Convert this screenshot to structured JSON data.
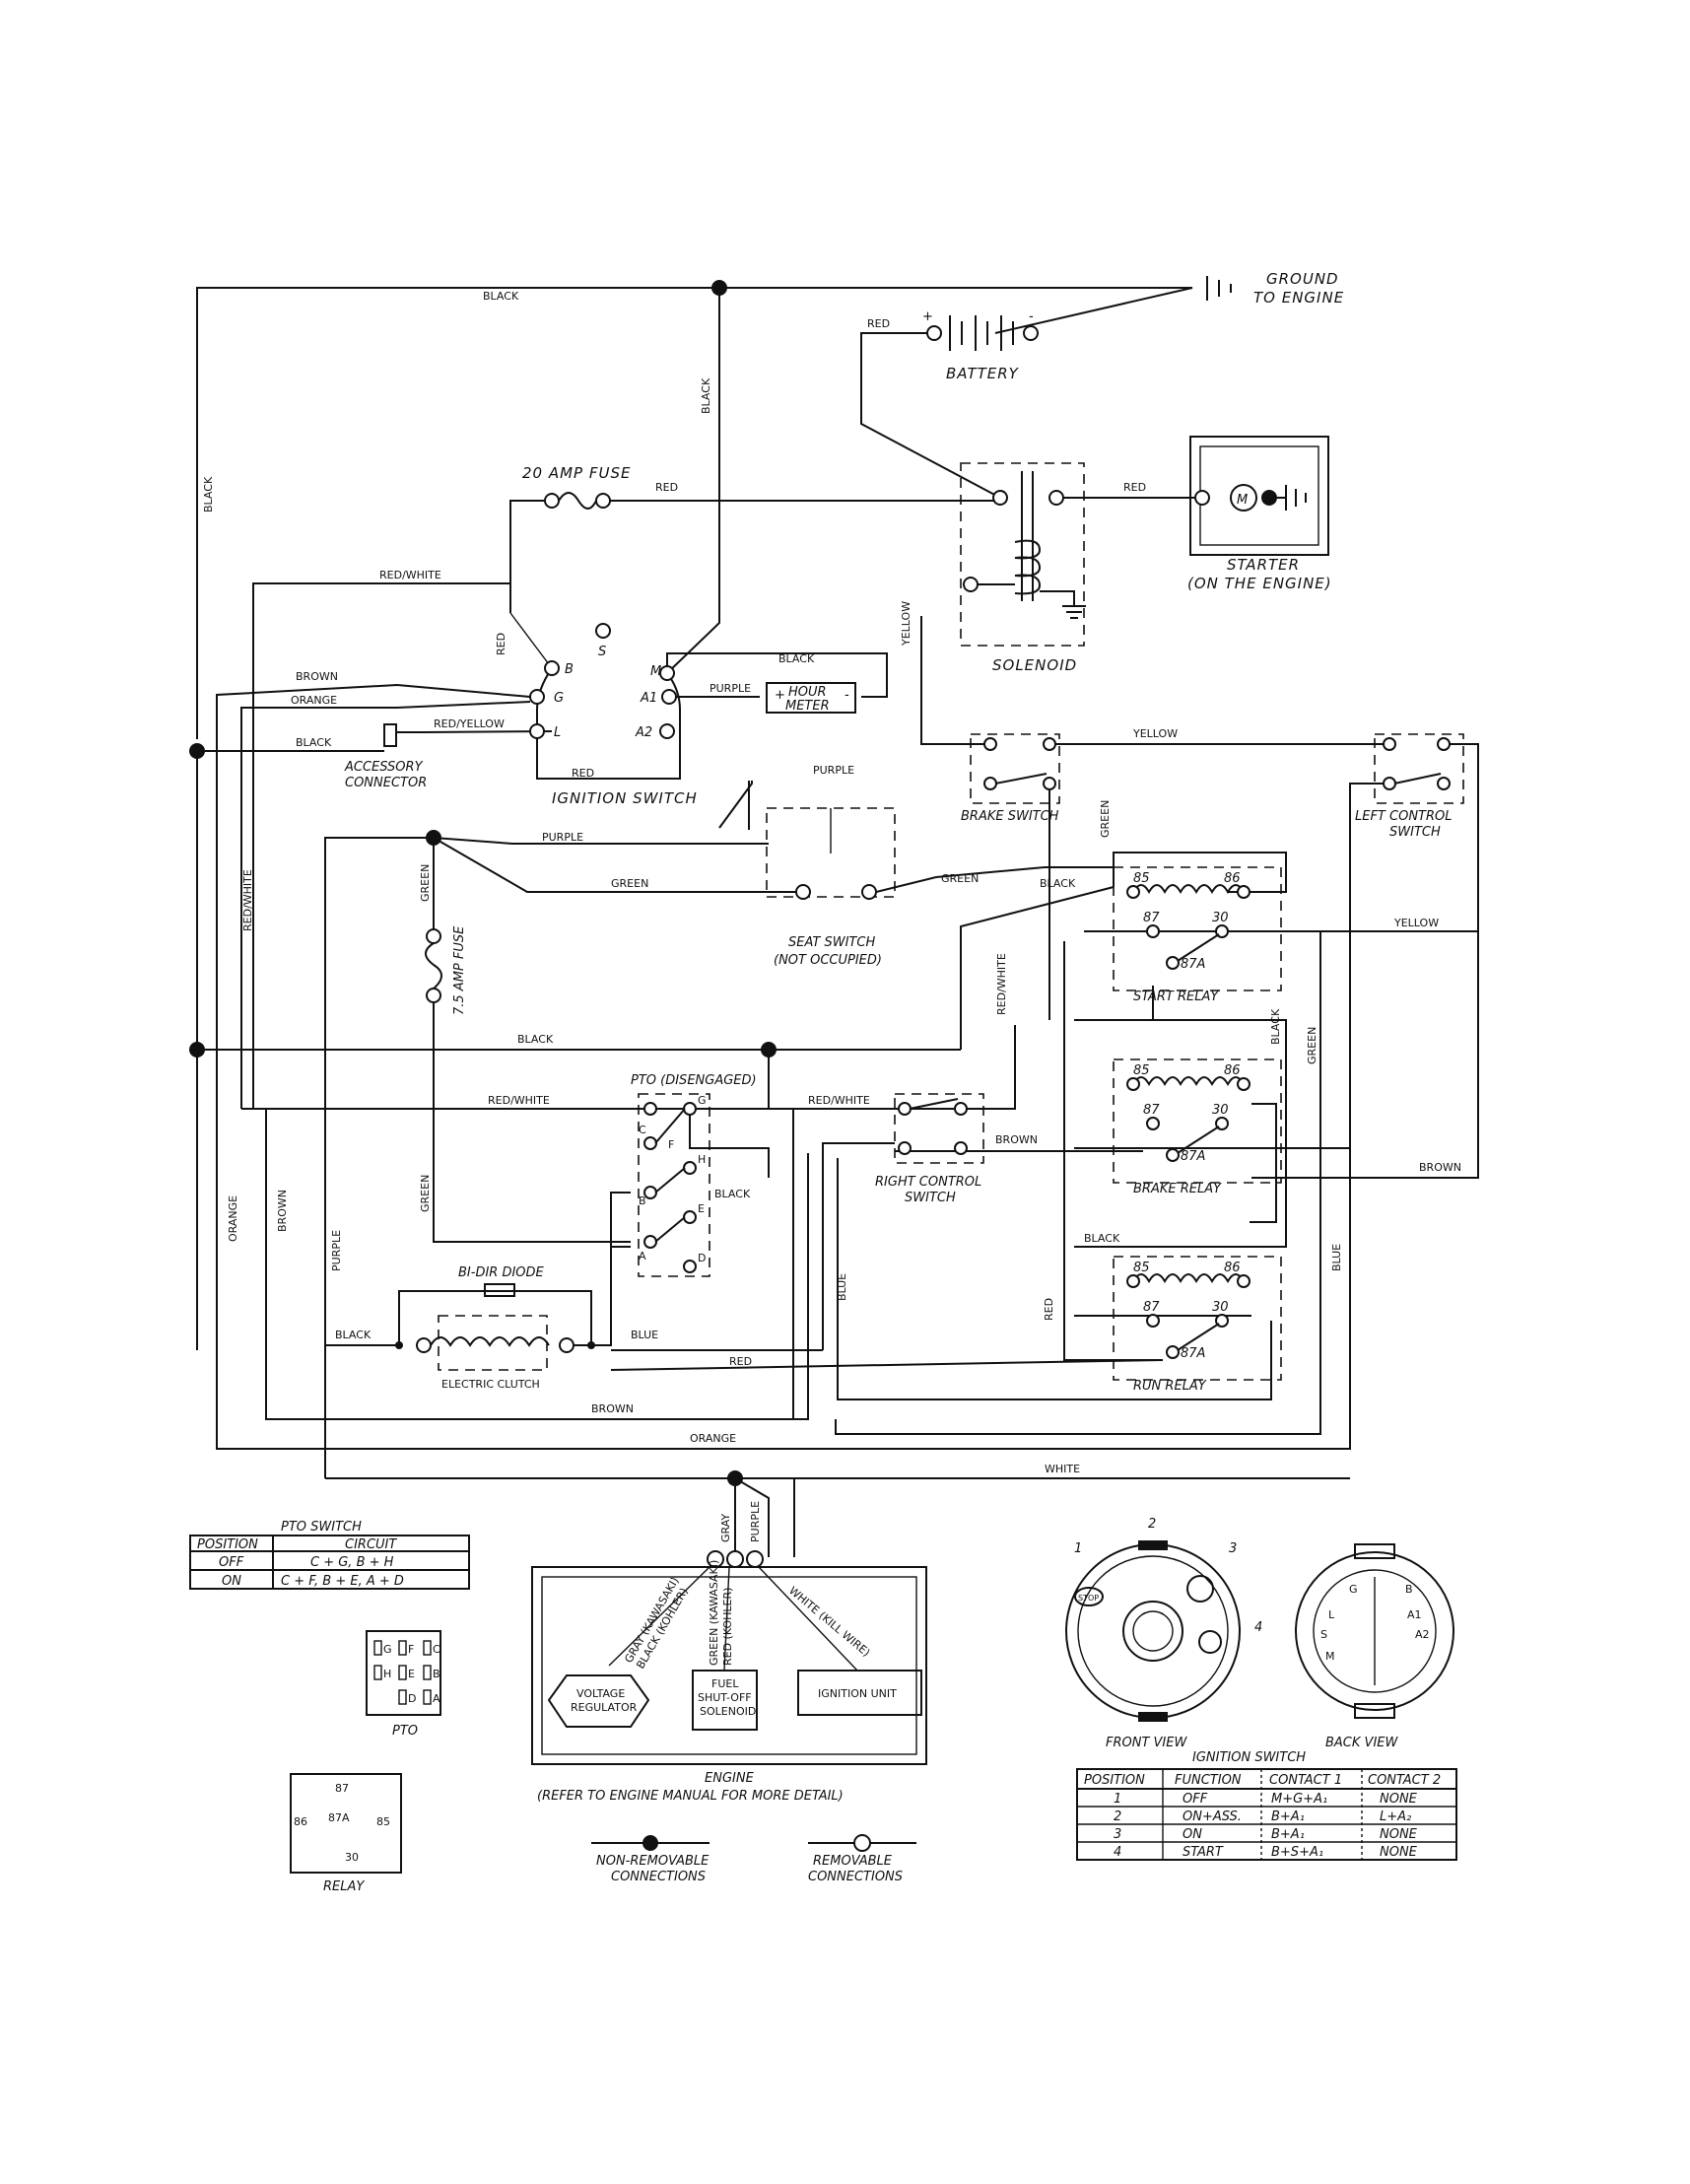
{
  "wire_labels": {
    "black": "BLACK",
    "red": "RED",
    "red_white": "RED/WHITE",
    "brown": "BROWN",
    "orange": "ORANGE",
    "red_yellow": "RED/YELLOW",
    "purple": "PURPLE",
    "yellow": "YELLOW",
    "green": "GREEN",
    "blue": "BLUE",
    "white": "WHITE",
    "gray": "GRAY",
    "rd": "RED"
  },
  "components": {
    "ground": "GROUND",
    "ground_2": "TO ENGINE",
    "battery": "BATTERY",
    "fuse_20": "20 AMP FUSE",
    "fuse_75": "7.5 AMP FUSE",
    "solenoid": "SOLENOID",
    "starter": "STARTER",
    "starter_2": "(ON THE ENGINE)",
    "hour_meter_1": "HOUR",
    "hour_meter_2": "METER",
    "ignition_switch": "IGNITION SWITCH",
    "accessory_1": "ACCESSORY",
    "accessory_2": "CONNECTOR",
    "brake_switch": "BRAKE SWITCH",
    "left_control_1": "LEFT CONTROL",
    "left_control_2": "SWITCH",
    "seat_switch_1": "SEAT SWITCH",
    "seat_switch_2": "(NOT OCCUPIED)",
    "start_relay": "START RELAY",
    "brake_relay": "BRAKE RELAY",
    "run_relay": "RUN RELAY",
    "pto_disengaged": "PTO (DISENGAGED)",
    "right_control_1": "RIGHT CONTROL",
    "right_control_2": "SWITCH",
    "bidir_diode": "BI-DIR DIODE",
    "electric_clutch": "ELECTRIC CLUTCH",
    "engine": "ENGINE",
    "engine_note": "(REFER TO ENGINE MANUAL FOR MORE DETAIL)",
    "voltage_regulator_1": "VOLTAGE",
    "voltage_regulator_2": "REGULATOR",
    "fuel_shutoff_1": "FUEL",
    "fuel_shutoff_2": "SHUT-OFF",
    "fuel_shutoff_3": "SOLENOID",
    "ignition_unit": "IGNITION UNIT",
    "eng_wire_gray": "GRAY (KAWASAKI)",
    "eng_wire_black": "BLACK (KOHLER)",
    "eng_wire_green": "GREEN (KAWASAKI)",
    "eng_wire_red": "RED (KOHLER)",
    "eng_wire_white": "WHITE (KILL WIRE)",
    "non_removable_1": "NON-REMOVABLE",
    "non_removable_2": "CONNECTIONS",
    "removable_1": "REMOVABLE",
    "removable_2": "CONNECTIONS",
    "pto": "PTO",
    "relay": "RELAY",
    "front_view": "FRONT VIEW",
    "back_view": "BACK VIEW",
    "stop": "STOP"
  },
  "terminals": {
    "ign": [
      "B",
      "S",
      "M",
      "G",
      "A1",
      "L",
      "A2"
    ],
    "relay": [
      "85",
      "86",
      "87",
      "30",
      "87A"
    ],
    "pto_letters": [
      "G",
      "C",
      "F",
      "H",
      "B",
      "E",
      "A",
      "D"
    ],
    "pos": [
      "1",
      "2",
      "3",
      "4"
    ]
  },
  "pto_table": {
    "title": "PTO SWITCH",
    "headers": [
      "POSITION",
      "CIRCUIT"
    ],
    "rows": [
      [
        "OFF",
        "C + G, B + H"
      ],
      [
        "ON",
        "C + F, B + E, A + D"
      ]
    ]
  },
  "ignition_table": {
    "title": "IGNITION SWITCH",
    "headers": [
      "POSITION",
      "FUNCTION",
      "CONTACT 1",
      "CONTACT 2"
    ],
    "rows": [
      [
        "1",
        "OFF",
        "M+G+A₁",
        "NONE"
      ],
      [
        "2",
        "ON+ASS.",
        "B+A₁",
        "L+A₂"
      ],
      [
        "3",
        "ON",
        "B+A₁",
        "NONE"
      ],
      [
        "4",
        "START",
        "B+S+A₁",
        "NONE"
      ]
    ]
  }
}
